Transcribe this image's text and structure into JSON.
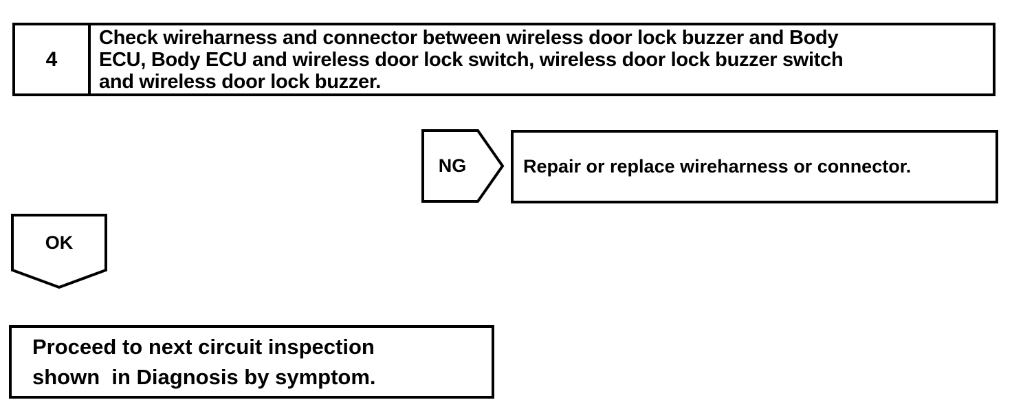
{
  "step": {
    "number": "4",
    "instruction_lines": [
      "Check wireharness and connector between wireless door lock buzzer and Body",
      "ECU, Body ECU and wireless door lock switch, wireless door lock buzzer switch",
      "and wireless door lock buzzer."
    ]
  },
  "ng": {
    "label": "NG",
    "action": "Repair or replace wireharness or connector."
  },
  "ok": {
    "label": "OK",
    "action_lines": [
      "Proceed to next circuit inspection",
      "shown  in Diagnosis by symptom."
    ]
  },
  "colors": {
    "line": "#000000",
    "background": "#ffffff"
  }
}
